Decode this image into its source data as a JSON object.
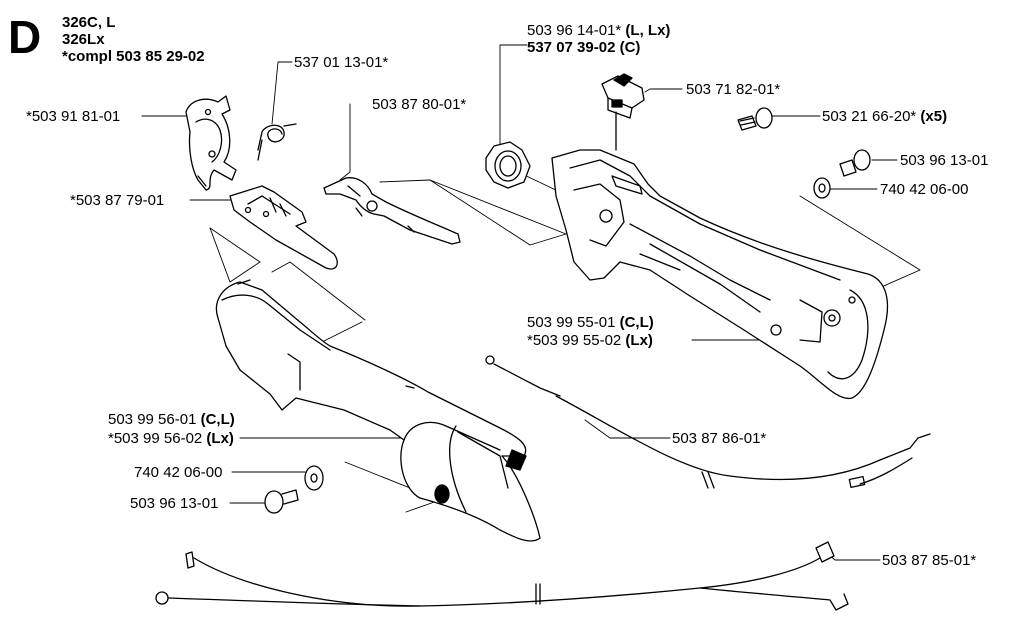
{
  "header": {
    "section": "D",
    "lines": [
      "326C, L",
      "326Lx",
      "*compl 503 85 29-02"
    ]
  },
  "labels": {
    "p_503_91_81_01": {
      "num": "*503 91 81-01",
      "suffix": ""
    },
    "p_537_01_13_01": {
      "num": "537 01 13-01*",
      "suffix": ""
    },
    "p_503_87_80_01": {
      "num": "503 87 80-01*",
      "suffix": ""
    },
    "p_503_87_79_01": {
      "num": "*503 87 79-01",
      "suffix": ""
    },
    "p_503_96_14_01": {
      "num": "503 96 14-01*",
      "suffix": "(L, Lx)"
    },
    "p_537_07_39_02": {
      "num": "537 07 39-02",
      "suffix": "(C)"
    },
    "p_503_71_82_01": {
      "num": "503 71 82-01*",
      "suffix": ""
    },
    "p_503_21_66_20": {
      "num": "503 21 66-20*",
      "suffix": "(x5)"
    },
    "p_503_96_13_01_a": {
      "num": "503 96 13-01",
      "suffix": ""
    },
    "p_740_42_06_00_a": {
      "num": "740 42 06-00",
      "suffix": ""
    },
    "p_503_99_55_01": {
      "num": "503 99 55-01",
      "suffix": "(C,L)"
    },
    "p_503_99_55_02": {
      "num": "*503 99 55-02",
      "suffix": "(Lx)"
    },
    "p_503_99_56_01": {
      "num": "503 99 56-01",
      "suffix": "(C,L)"
    },
    "p_503_99_56_02": {
      "num": "*503 99 56-02",
      "suffix": "(Lx)"
    },
    "p_740_42_06_00_b": {
      "num": "740 42 06-00",
      "suffix": ""
    },
    "p_503_96_13_01_b": {
      "num": "503 96 13-01",
      "suffix": ""
    },
    "p_503_87_86_01": {
      "num": "503 87 86-01*",
      "suffix": ""
    },
    "p_503_87_85_01": {
      "num": "503 87 85-01*",
      "suffix": ""
    }
  }
}
